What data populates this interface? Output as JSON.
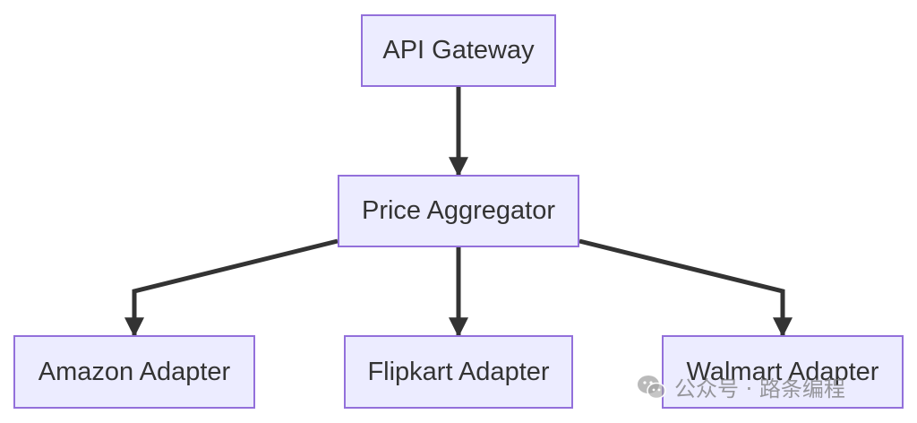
{
  "colors": {
    "node_fill": "#ECECFF",
    "node_border": "#9370DB",
    "text": "#333333",
    "edge": "#333333"
  },
  "nodes": {
    "gateway": "API Gateway",
    "aggregator": "Price Aggregator",
    "amazon": "Amazon Adapter",
    "flipkart": "Flipkart Adapter",
    "walmart": "Walmart Adapter"
  },
  "edges": [
    {
      "from": "gateway",
      "to": "aggregator"
    },
    {
      "from": "aggregator",
      "to": "amazon"
    },
    {
      "from": "aggregator",
      "to": "flipkart"
    },
    {
      "from": "aggregator",
      "to": "walmart"
    }
  ],
  "watermark": {
    "icon": "wechat-icon",
    "text": "公众号 · 路条编程"
  }
}
